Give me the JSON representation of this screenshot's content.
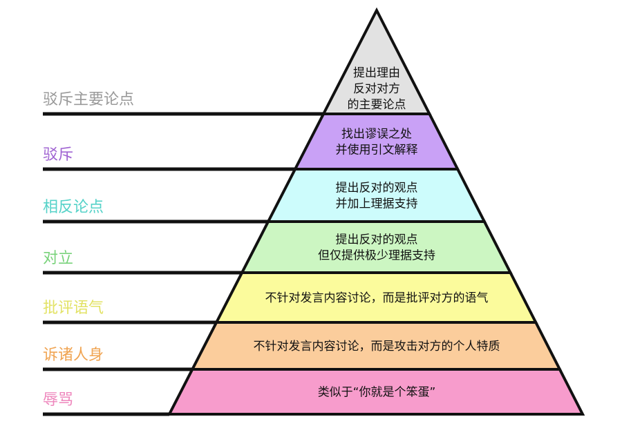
{
  "title": "",
  "levels": [
    {
      "label": "驳斥主要论点",
      "lines": [
        "提出理由",
        "反对对方",
        "的主要论点"
      ],
      "fill": "#e2e2e2",
      "label_color": "#9a9a9a"
    },
    {
      "label": "驳斥",
      "lines": [
        "找出谬误之处",
        "并使用引文解释"
      ],
      "fill": "#c9a1f6",
      "label_color": "#a064d2"
    },
    {
      "label": "相反论点",
      "lines": [
        "提出反对的观点",
        "并加上理据支持"
      ],
      "fill": "#cdfcfc",
      "label_color": "#55d2c8"
    },
    {
      "label": "对立",
      "lines": [
        "提出反对的观点",
        "但仅提供极少理据支持"
      ],
      "fill": "#ccf6c2",
      "label_color": "#78d27a"
    },
    {
      "label": "批评语气",
      "lines": [
        "不针对发言内容讨论，而是批评对方的语气"
      ],
      "fill": "#fbfb9c",
      "label_color": "#e2e264"
    },
    {
      "label": "诉诸人身",
      "lines": [
        "不针对发言内容讨论，而是攻击对方的个人特质"
      ],
      "fill": "#fbcd9c",
      "label_color": "#f0a452"
    },
    {
      "label": "辱骂",
      "lines": [
        "类似于“你就是个笨蛋”"
      ],
      "fill": "#f79ccc",
      "label_color": "#ee86bc"
    }
  ]
}
